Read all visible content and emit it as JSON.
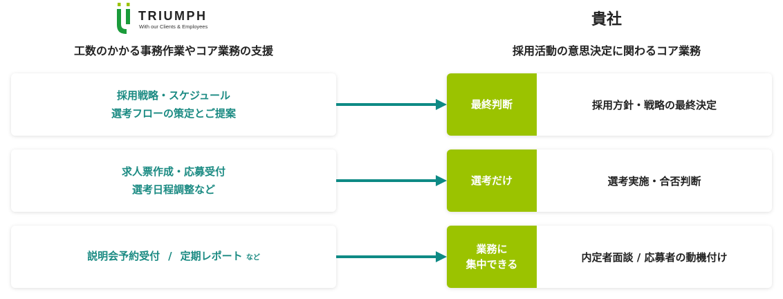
{
  "logo": {
    "name": "TRIUMPH",
    "tagline": "With our Clients & Employees"
  },
  "left_header": "工数のかかる事務作業やコア業務の支援",
  "right_header_title": "貴社",
  "right_header": "採用活動の意思決定に関わるコア業務",
  "rows": [
    {
      "left_line1": "採用戦略・スケジュール",
      "left_line2": "選考フローの策定とご提案",
      "tag": "最終判断",
      "right": "採用方針・戦略の最終決定"
    },
    {
      "left_line1": "求人票作成・応募受付",
      "left_line2": "選考日程調整など",
      "tag": "選考だけ",
      "right": "選考実施・合否判断"
    },
    {
      "left_a": "説明会予約受付",
      "left_sep": "/",
      "left_b": "定期レポート",
      "left_small": "など",
      "tag_line1": "業務に",
      "tag_line2": "集中できる",
      "right": "内定者面談 / 応募者の動機付け"
    }
  ],
  "colors": {
    "teal": "#1a8a82",
    "arrow": "#0e8a85",
    "green": "#9bc300"
  }
}
